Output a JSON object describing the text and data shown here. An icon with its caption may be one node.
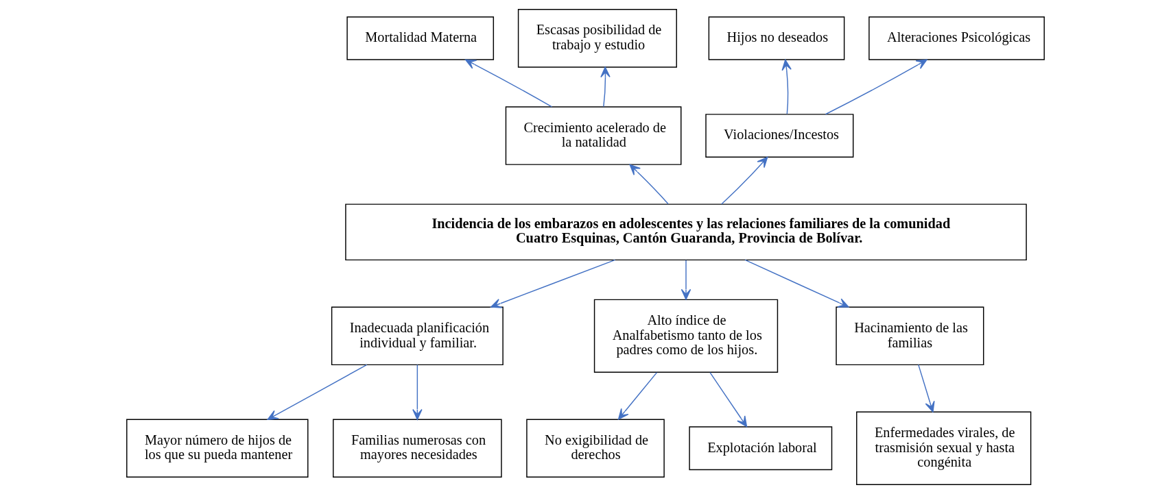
{
  "diagram": {
    "nodes": [
      {
        "text": [
          "Mortalidad Materna"
        ]
      },
      {
        "text": [
          "Escasas posibilidad de trabajo y estudio"
        ]
      },
      {
        "text": [
          "Hijos no deseados"
        ]
      },
      {
        "text": [
          "Alteraciones Psicológicas"
        ]
      },
      {
        "text": [
          "Crecimiento acelerado de la natalidad"
        ]
      },
      {
        "text": [
          "Violaciones/Incestos"
        ]
      },
      {
        "text": [
          "Incidencia de los embarazos en adolescentes y las relaciones familiares de la comunidad Cuatro Esquinas, Cantón Guaranda, Provincia de Bolívar."
        ]
      },
      {
        "text": [
          "Inadecuada planificación individual y familiar."
        ]
      },
      {
        "text": [
          "Alto índice de Analfabetismo tanto de los padres como de los hijos."
        ]
      },
      {
        "text": [
          "Hacinamiento de las familias"
        ]
      },
      {
        "text": [
          "Mayor número de hijos de los que su pueda mantener"
        ]
      },
      {
        "text": [
          "Familias numerosas con mayores necesidades"
        ]
      },
      {
        "text": [
          "No exigibilidad de derechos"
        ]
      },
      {
        "text": [
          "Explotación laboral"
        ]
      },
      {
        "text": [
          "Enfermedades virales, de trasmisión sexual y hasta congénita"
        ]
      }
    ],
    "edges": [
      {
        "from": 4,
        "to": 0,
        "arrow": "to"
      },
      {
        "from": 4,
        "to": 1,
        "arrow": "to"
      },
      {
        "from": 5,
        "to": 2,
        "arrow": "to"
      },
      {
        "from": 5,
        "to": 3,
        "arrow": "to"
      },
      {
        "from": 6,
        "to": 4,
        "arrow": "to"
      },
      {
        "from": 6,
        "to": 5,
        "arrow": "to"
      },
      {
        "from": 6,
        "to": 7,
        "arrow": "to"
      },
      {
        "from": 6,
        "to": 8,
        "arrow": "to"
      },
      {
        "from": 6,
        "to": 9,
        "arrow": "to"
      },
      {
        "from": 7,
        "to": 10,
        "arrow": "to"
      },
      {
        "from": 7,
        "to": 11,
        "arrow": "to"
      },
      {
        "from": 8,
        "to": 12,
        "arrow": "to"
      },
      {
        "from": 8,
        "to": 13,
        "arrow": "to"
      },
      {
        "from": 9,
        "to": 14,
        "arrow": "to"
      }
    ]
  }
}
